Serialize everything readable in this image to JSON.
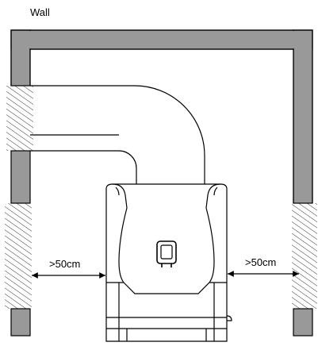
{
  "labels": {
    "wall": "Wall",
    "clearance_left": ">50cm",
    "clearance_right": ">50cm"
  },
  "colors": {
    "wall_fill": "#999999",
    "outline": "#000000",
    "background": "#ffffff"
  },
  "icons": {
    "front_panel": "display-icon",
    "arrows": "double-arrow-icon"
  }
}
